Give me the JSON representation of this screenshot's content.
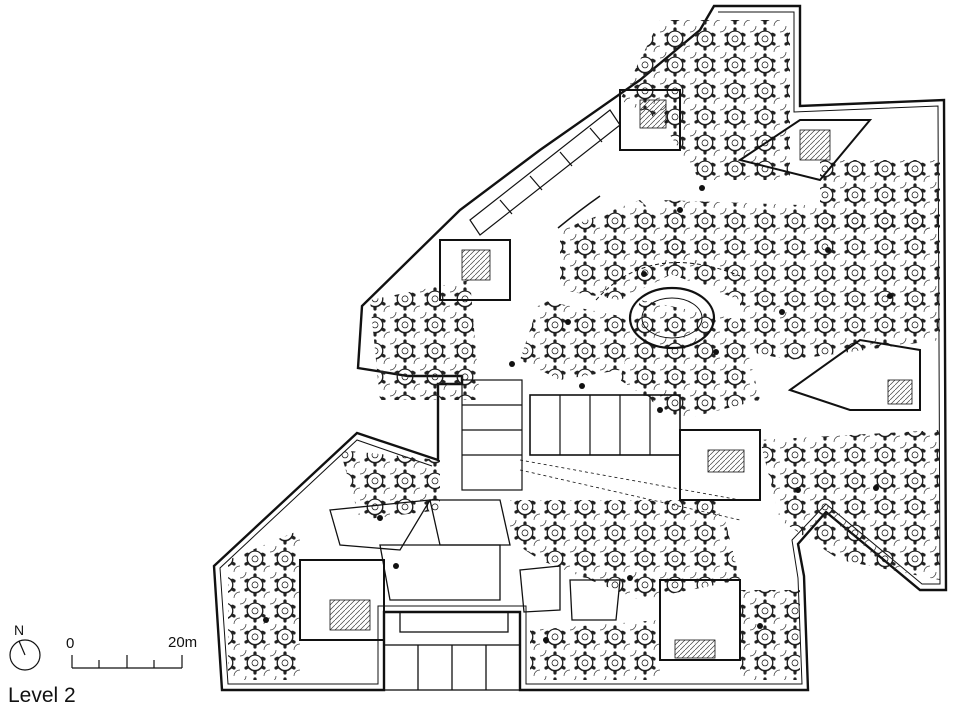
{
  "title": "Level 2",
  "north": {
    "label": "N",
    "icon": "north-arrow-icon"
  },
  "scale": {
    "start_label": "0",
    "end_label": "20m",
    "icon": "scale-bar-icon"
  },
  "colors": {
    "ink": "#111111",
    "background": "#ffffff"
  }
}
